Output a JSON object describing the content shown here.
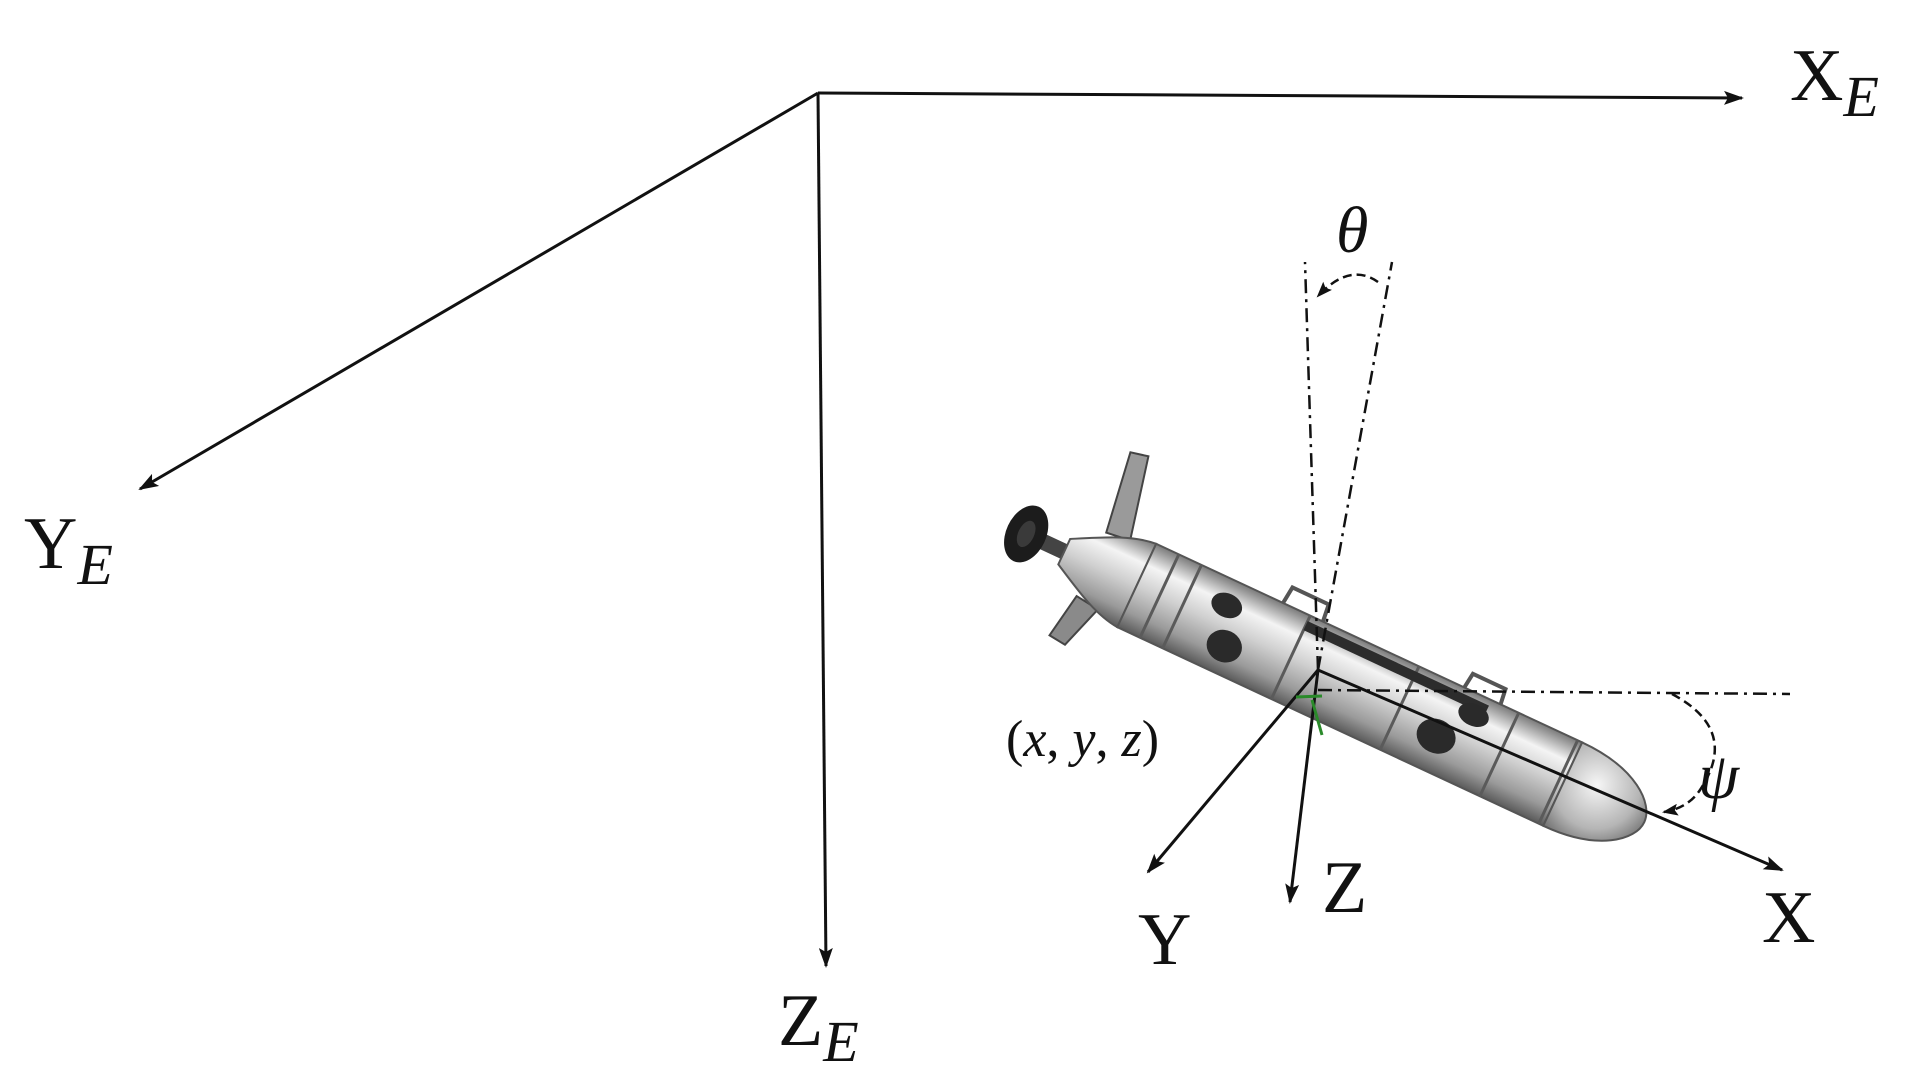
{
  "figure": {
    "earth_frame": {
      "x_axis": {
        "main": "X",
        "sub": "E"
      },
      "y_axis": {
        "main": "Y",
        "sub": "E"
      },
      "z_axis": {
        "main": "Z",
        "sub": "E"
      }
    },
    "body_frame": {
      "x_axis": "X",
      "y_axis": "Y",
      "z_axis": "Z"
    },
    "angles": {
      "pitch": "θ",
      "yaw": "ψ"
    },
    "position": {
      "open": "(",
      "x": "x",
      "sep1": ", ",
      "y": "y",
      "sep2": ", ",
      "z": "z",
      "close": ")"
    }
  },
  "colors": {
    "line": "#111111",
    "hull_light": "#e6e6e6",
    "hull_dark": "#7d7d7d",
    "accent_green": "#2a8a2a"
  }
}
